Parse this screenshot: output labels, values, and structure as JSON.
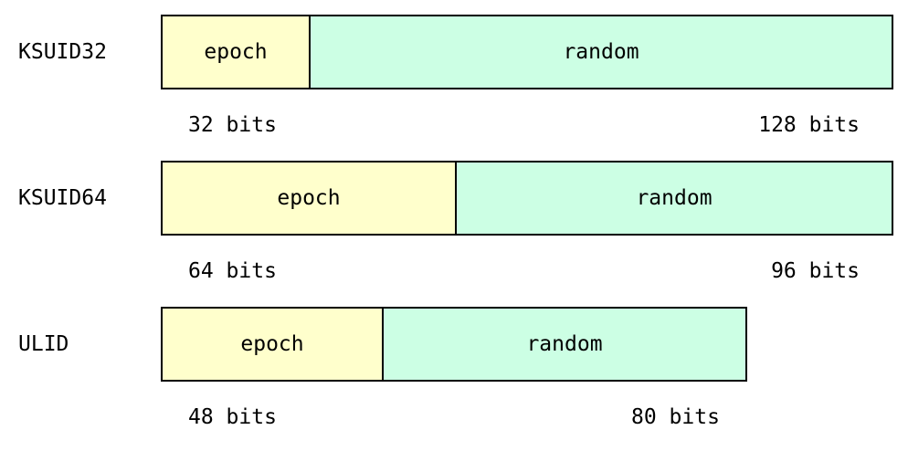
{
  "rows": [
    {
      "name": "KSUID32",
      "epoch_label": "epoch",
      "random_label": "random",
      "epoch_bits": 32,
      "random_bits": 128,
      "epoch_bits_label": "32 bits",
      "random_bits_label": "128 bits"
    },
    {
      "name": "KSUID64",
      "epoch_label": "epoch",
      "random_label": "random",
      "epoch_bits": 64,
      "random_bits": 96,
      "epoch_bits_label": "64 bits",
      "random_bits_label": "96 bits"
    },
    {
      "name": "ULID",
      "epoch_label": "epoch",
      "random_label": "random",
      "epoch_bits": 48,
      "random_bits": 80,
      "epoch_bits_label": "48 bits",
      "random_bits_label": "80 bits"
    }
  ],
  "colors": {
    "epoch": "#ffffcc",
    "random": "#ccffe4",
    "border": "#000000"
  }
}
